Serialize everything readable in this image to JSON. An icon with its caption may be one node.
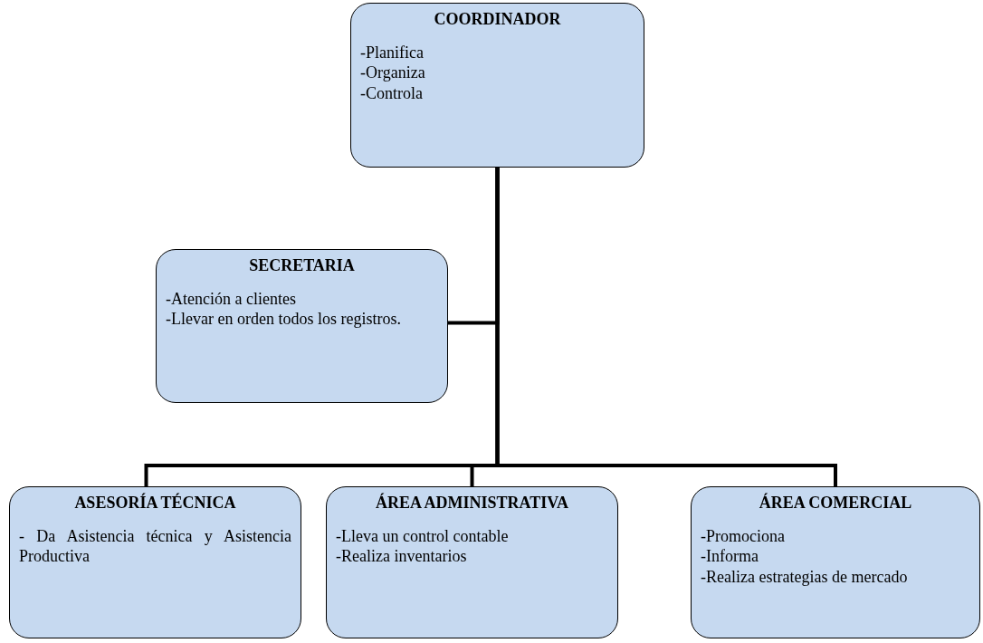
{
  "diagram": {
    "nodes": [
      {
        "text": [
          "COORDINADOR",
          "-Planifica",
          "-Organiza",
          "-Controla"
        ]
      },
      {
        "text": [
          "SECRETARIA",
          "-Atención a clientes",
          "-Llevar en orden todos los registros."
        ]
      },
      {
        "text": [
          "ASESORÍA TÉCNICA",
          "- Da Asistencia técnica y Asistencia Productiva"
        ]
      },
      {
        "text": [
          "ÁREA ADMINISTRATIVA",
          "-Lleva un control contable",
          "-Realiza inventarios"
        ]
      },
      {
        "text": [
          "ÁREA COMERCIAL",
          "-Promociona",
          "-Informa",
          "-Realiza estrategias de mercado"
        ]
      }
    ],
    "edges": [
      {
        "from": 0,
        "to": 1,
        "arrow": "none"
      },
      {
        "from": 0,
        "to": 2,
        "arrow": "none"
      },
      {
        "from": 0,
        "to": 3,
        "arrow": "none"
      },
      {
        "from": 0,
        "to": 4,
        "arrow": "none"
      }
    ]
  }
}
